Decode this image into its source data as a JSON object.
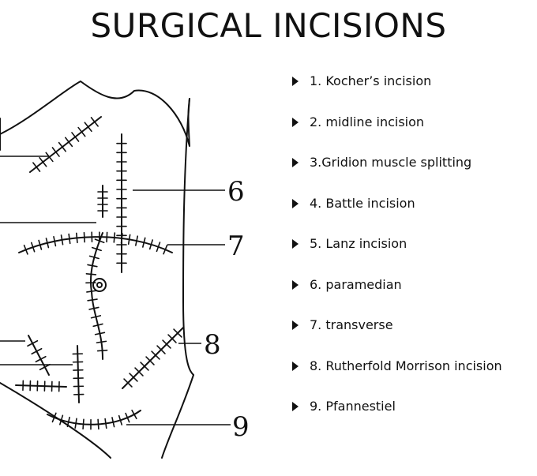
{
  "title": "SURGICAL INCISIONS",
  "legend": [
    "1. Kocher’s incision",
    "2. midline incision",
    "3.Gridion muscle splitting",
    "4. Battle incision",
    "5. Lanz incision",
    "6. paramedian",
    "7. transverse",
    "8. Rutherfold Morrison incision",
    "9. Pfannestiel"
  ],
  "diagram_labels": {
    "six": "6",
    "seven": "7",
    "eight": "8",
    "nine": "9"
  },
  "colors": {
    "ink": "#111111",
    "background": "#ffffff"
  }
}
